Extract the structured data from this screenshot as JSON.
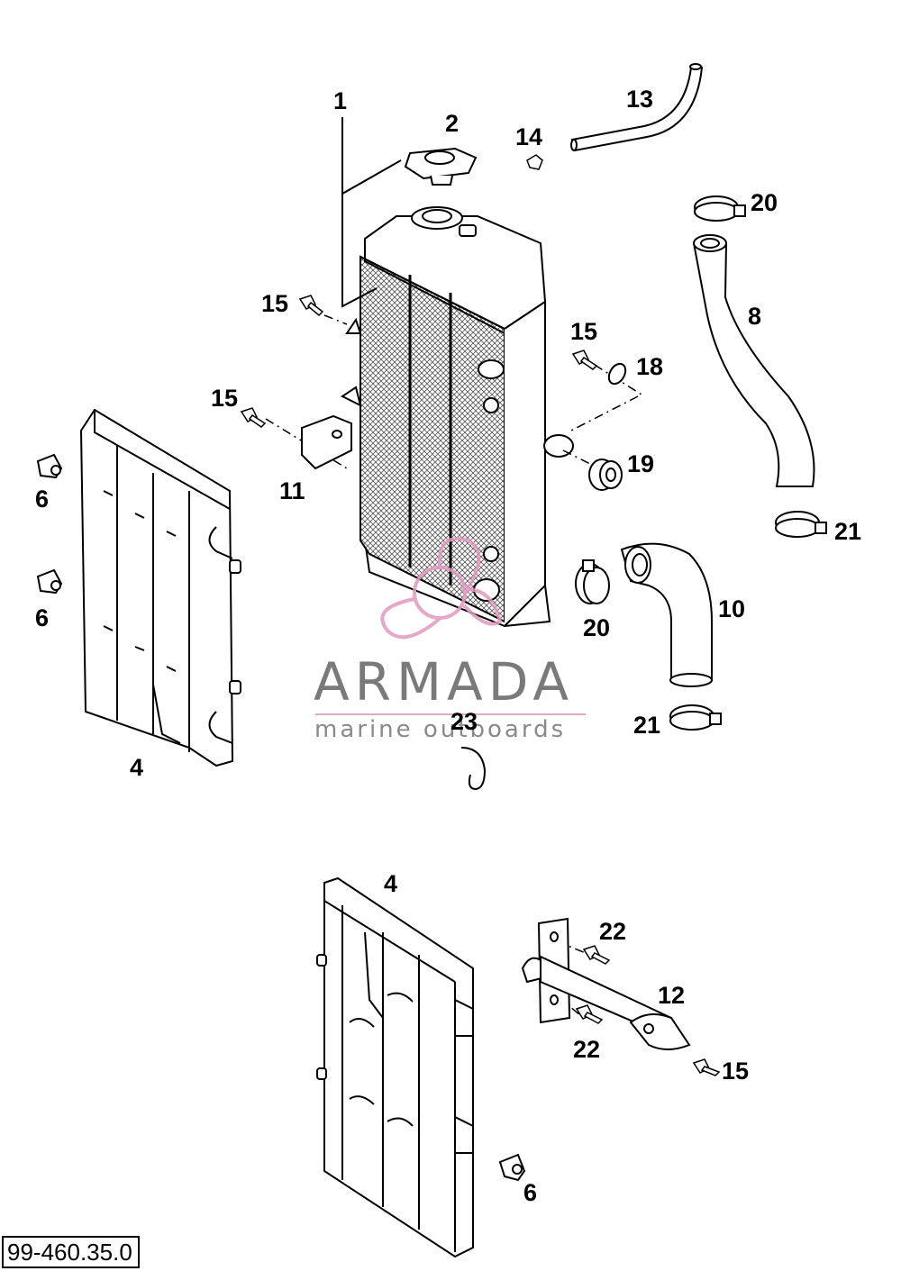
{
  "callouts": {
    "c1": "1",
    "c2": "2",
    "c13": "13",
    "c14": "14",
    "c20a": "20",
    "c15a": "15",
    "c8": "8",
    "c15b": "15",
    "c18": "18",
    "c15c": "15",
    "c6a": "6",
    "c19": "19",
    "c11": "11",
    "c21a": "21",
    "c6b": "6",
    "c20b": "20",
    "c10": "10",
    "c21b": "21",
    "c23": "23",
    "c4a": "4",
    "c4b": "4",
    "c22a": "22",
    "c12": "12",
    "c22b": "22",
    "c15d": "15",
    "c6c": "6"
  },
  "watermark": {
    "brand": "ARMADA",
    "tagline": "marine outboards",
    "logo_color": "#e29ac0",
    "text_color": "#7a7a7a"
  },
  "reference": "99-460.35.0"
}
